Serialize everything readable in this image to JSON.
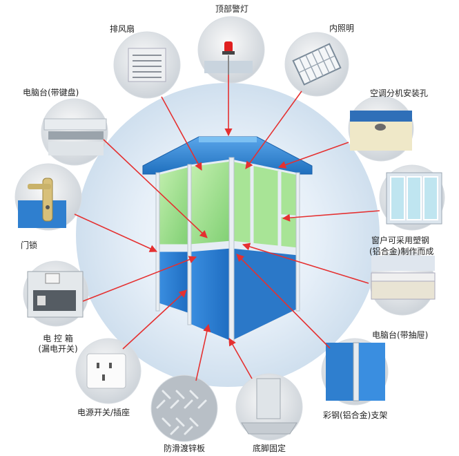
{
  "labels": {
    "warning_light": "顶部警灯",
    "exhaust_fan": "排风扇",
    "interior_light": "内照明",
    "computer_desk_keyboard": "电脑台(带键盘)",
    "ac_hole": "空调分机安装孔",
    "door_lock": "门锁",
    "window_line1": "窗户可采用塑钢",
    "window_line2": "(铝合金)制作而成",
    "control_box_line1": "电 控 箱",
    "control_box_line2": "(漏电开关)",
    "computer_desk_drawer": "电脑台(带抽屉)",
    "steel_frame": "彩钢(铝合金)支架",
    "power_switch": "电源开关/插座",
    "anti_slip_plate": "防滑渡锌板",
    "base_fixing": "底脚固定"
  },
  "colors": {
    "arrow": "#e53030",
    "roof_blue": "#2a7fd0",
    "glass_green": "#9fe08a",
    "panel_blue": "#2f7fcf",
    "frame": "#e8eef5",
    "halo": "#dbe8f4"
  }
}
